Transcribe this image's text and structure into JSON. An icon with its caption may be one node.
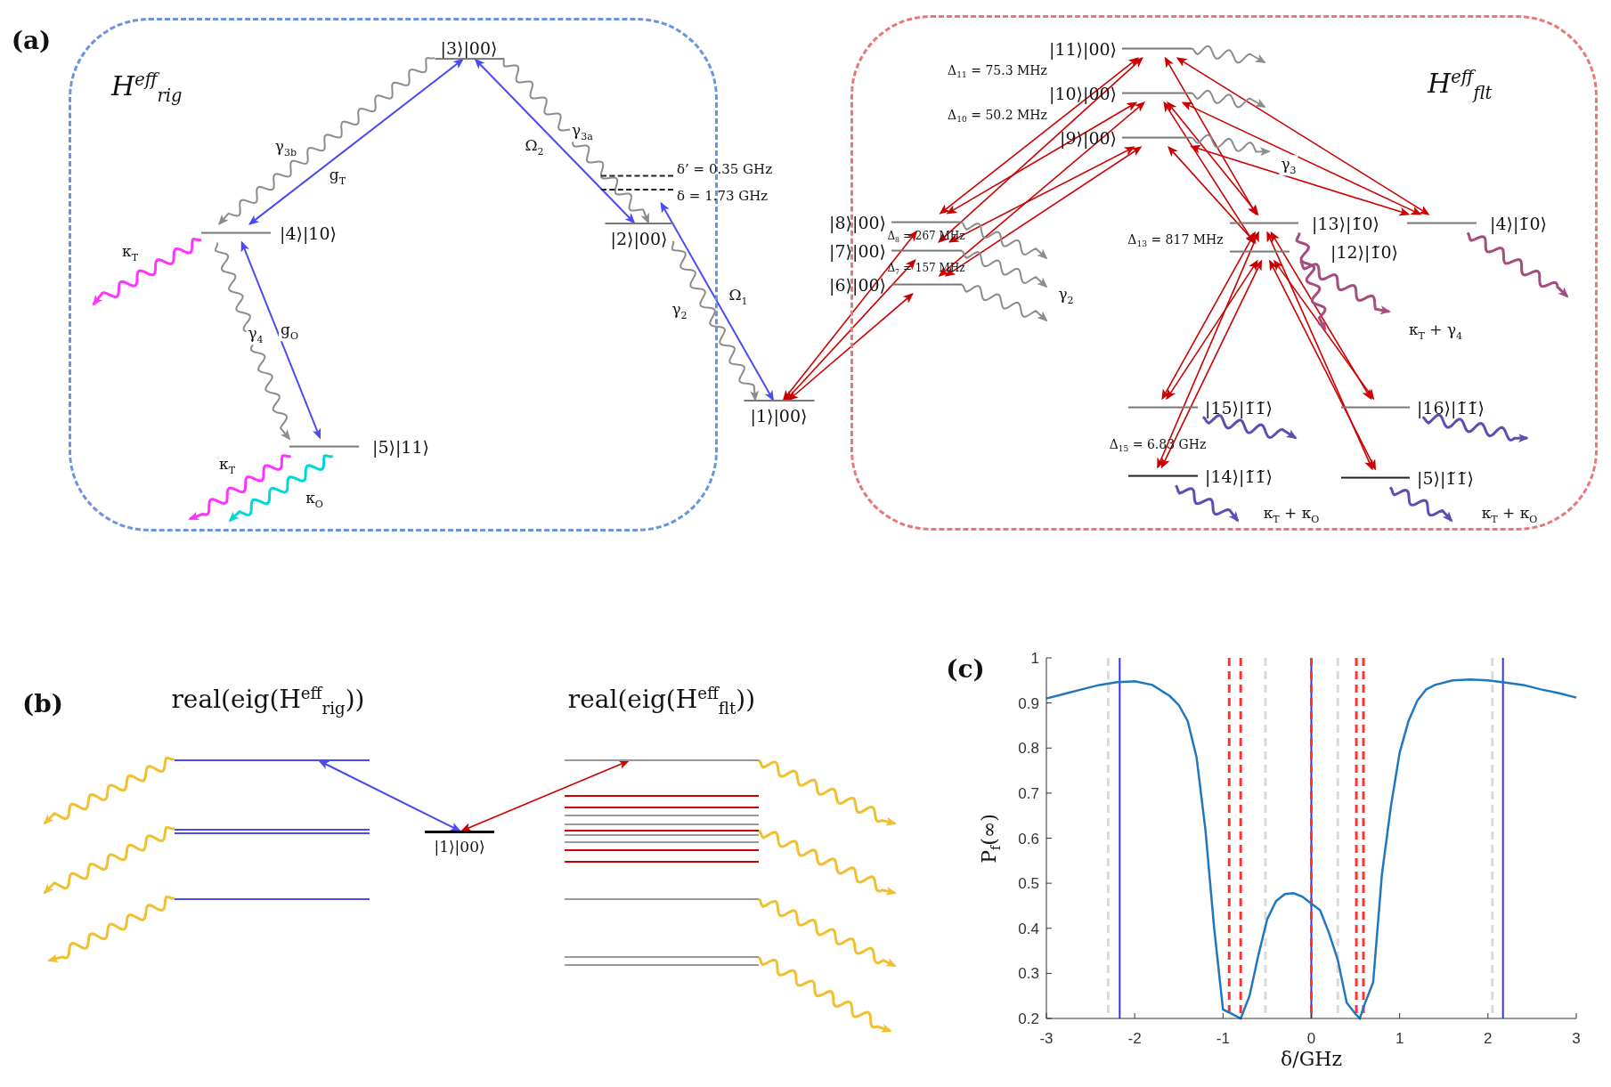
{
  "diagram": {
    "nodes": [
      {
        "text": [
          "H$^{eff}$$_{rig}$"
        ]
      },
      {
        "text": [
          "|3⟩|00⟩"
        ],
        "in": 0
      },
      {
        "text": [
          "|4⟩|10⟩"
        ],
        "in": 0
      },
      {
        "text": [
          "δ’ = 0.35 GHz"
        ],
        "in": 0
      },
      {
        "text": [
          "δ = 1.73 GHz"
        ],
        "in": 0
      },
      {
        "text": [
          "|2⟩|00⟩"
        ],
        "in": 0
      },
      {
        "text": [
          "|5⟩|11⟩"
        ],
        "in": 0
      },
      {
        "text": [
          "|1⟩|00⟩"
        ]
      },
      {
        "text": [
          "H$^{eff}$$_{flt}$"
        ]
      },
      {
        "text": [
          "|11⟩|00⟩"
        ],
        "in": 8
      },
      {
        "text": [
          "|10⟩|00⟩"
        ],
        "in": 8
      },
      {
        "text": [
          "|9⟩|00⟩"
        ],
        "in": 8
      },
      {
        "text": [
          "|8⟩|00⟩"
        ],
        "in": 8
      },
      {
        "text": [
          "|7⟩|00⟩"
        ],
        "in": 8
      },
      {
        "text": [
          "|6⟩|00⟩"
        ],
        "in": 8
      },
      {
        "text": [
          "|13⟩|1̃0⟩"
        ],
        "in": 8
      },
      {
        "text": [
          "|4⟩|1̃0⟩"
        ],
        "in": 8
      },
      {
        "text": [
          "|12⟩|1̃0⟩"
        ],
        "in": 8
      },
      {
        "text": [
          "|15⟩|1̃1̃⟩"
        ],
        "in": 8
      },
      {
        "text": [
          "|16⟩|1̃1̃⟩"
        ],
        "in": 8
      },
      {
        "text": [
          "|14⟩|1̃1̃⟩"
        ],
        "in": 8
      },
      {
        "text": [
          "|5⟩|1̃1̃⟩"
        ],
        "in": 8
      },
      {
        "text": [
          "|1⟩|00⟩"
        ]
      },
      {
        "text": [],
        "shape": "bar"
      },
      {
        "text": [],
        "shape": "bar"
      },
      {
        "text": [],
        "shape": "bar"
      },
      {
        "text": [],
        "shape": "bar"
      },
      {
        "text": [],
        "shape": "bar"
      },
      {
        "text": [],
        "shape": "bar"
      },
      {
        "text": [],
        "shape": "bar"
      }
    ],
    "edges": [
      {
        "from": 1,
        "to": 2,
        "arrow": "both",
        "label": "g$_{T}$",
        "color": "#4b4bf5"
      },
      {
        "from": 1,
        "to": 5,
        "arrow": "both",
        "label": "Ω$_{2}$",
        "color": "#4b4bf5"
      },
      {
        "from": 2,
        "to": 6,
        "arrow": "both",
        "label": "g$_{O}$",
        "color": "#4b4bf5"
      },
      {
        "from": 7,
        "to": 4,
        "arrow": "both",
        "label": "Ω$_{1}$",
        "color": "#4b4bf5"
      },
      {
        "from": 1,
        "to": 2,
        "arrow": "to",
        "label": "γ$_{3b}$",
        "color": "#8c8c8c"
      },
      {
        "from": 1,
        "to": 5,
        "arrow": "to",
        "label": "γ$_{3a}$",
        "color": "#8c8c8c"
      },
      {
        "from": 2,
        "to": 6,
        "arrow": "to",
        "label": "γ$_{4}$",
        "color": "#8c8c8c"
      },
      {
        "from": 5,
        "to": 7,
        "arrow": "to",
        "label": "γ$_{2}$",
        "color": "#8c8c8c"
      },
      {
        "from": 2,
        "to": null,
        "arrow": "to",
        "label": "κ$_{T}$",
        "color": "#ff33ff"
      },
      {
        "from": 6,
        "to": null,
        "arrow": "to",
        "label": "κ$_{T}$",
        "color": "#ff33ff"
      },
      {
        "from": 6,
        "to": null,
        "arrow": "to",
        "label": "κ$_{O}$",
        "color": "#00d8d8"
      },
      {
        "from": 7,
        "to": 12,
        "arrow": "both"
      },
      {
        "from": 7,
        "to": 13,
        "arrow": "both"
      },
      {
        "from": 7,
        "to": 14,
        "arrow": "both"
      },
      {
        "from": 12,
        "to": 9,
        "arrow": "both"
      },
      {
        "from": 13,
        "to": 9,
        "arrow": "both"
      },
      {
        "from": 12,
        "to": 10,
        "arrow": "both"
      },
      {
        "from": 14,
        "to": 10,
        "arrow": "both"
      },
      {
        "from": 13,
        "to": 11,
        "arrow": "both"
      },
      {
        "from": 14,
        "to": 11,
        "arrow": "both"
      },
      {
        "from": 9,
        "to": 15,
        "arrow": "both"
      },
      {
        "from": 9,
        "to": 16,
        "arrow": "both"
      },
      {
        "from": 10,
        "to": 15,
        "arrow": "both"
      },
      {
        "from": 10,
        "to": 17,
        "arrow": "both"
      },
      {
        "from": 10,
        "to": 16,
        "arrow": "both"
      },
      {
        "from": 11,
        "to": 17,
        "arrow": "both"
      },
      {
        "from": 11,
        "to": 16,
        "arrow": "both"
      },
      {
        "from": 15,
        "to": 18,
        "arrow": "both"
      },
      {
        "from": 15,
        "to": 20,
        "arrow": "both"
      },
      {
        "from": 17,
        "to": 18,
        "arrow": "both"
      },
      {
        "from": 17,
        "to": 20,
        "arrow": "both"
      },
      {
        "from": 15,
        "to": 19,
        "arrow": "both"
      },
      {
        "from": 15,
        "to": 21,
        "arrow": "both"
      },
      {
        "from": 17,
        "to": 19,
        "arrow": "both"
      },
      {
        "from": 17,
        "to": 21,
        "arrow": "both"
      },
      {
        "from": 9,
        "to": null,
        "arrow": "to",
        "color": "#8c8c8c"
      },
      {
        "from": 10,
        "to": null,
        "arrow": "to",
        "color": "#8c8c8c"
      },
      {
        "from": 11,
        "to": null,
        "arrow": "to",
        "label": "γ$_{3}$",
        "color": "#8c8c8c"
      },
      {
        "from": 12,
        "to": null,
        "arrow": "to",
        "color": "#8c8c8c"
      },
      {
        "from": 13,
        "to": null,
        "arrow": "to",
        "label": "γ$_{2}$",
        "color": "#8c8c8c"
      },
      {
        "from": 14,
        "to": null,
        "arrow": "to",
        "color": "#8c8c8c"
      },
      {
        "from": 15,
        "to": null,
        "arrow": "to",
        "color": "#a64d7f"
      },
      {
        "from": 17,
        "to": null,
        "arrow": "to",
        "label": "κ$_{T}$ + γ$_{4}$",
        "color": "#a64d7f"
      },
      {
        "from": 16,
        "to": null,
        "arrow": "to",
        "color": "#a64d7f"
      },
      {
        "from": 18,
        "to": null,
        "arrow": "to",
        "color": "#5e4db3"
      },
      {
        "from": 20,
        "to": null,
        "arrow": "to",
        "label": "κ$_{T}$ + κ$_{O}$",
        "color": "#5e4db3"
      },
      {
        "from": 19,
        "to": null,
        "arrow": "to",
        "color": "#5e4db3"
      },
      {
        "from": 21,
        "to": null,
        "arrow": "to",
        "label": "κ$_{T}$ + κ$_{O}$",
        "color": "#5e4db3"
      },
      {
        "from": 22,
        "to": 23,
        "arrow": "both",
        "color": "#4b4bf5"
      },
      {
        "from": 22,
        "to": 26,
        "arrow": "both"
      },
      {
        "from": 23,
        "to": null,
        "arrow": "to",
        "color": "#f0c030"
      },
      {
        "from": 24,
        "to": null,
        "arrow": "to",
        "color": "#f0c030"
      },
      {
        "from": 25,
        "to": null,
        "arrow": "to",
        "color": "#f0c030"
      },
      {
        "from": 26,
        "to": null,
        "arrow": "to",
        "color": "#f0c030"
      },
      {
        "from": 27,
        "to": null,
        "arrow": "to",
        "color": "#f0c030"
      },
      {
        "from": 28,
        "to": null,
        "arrow": "to",
        "color": "#f0c030"
      },
      {
        "from": 29,
        "to": null,
        "arrow": "to",
        "color": "#f0c030"
      }
    ],
    "labels": [
      "(a)",
      "Δ$_{11}$ = 75.3 MHz",
      "Δ$_{10}$ = 50.2 MHz",
      "Δ$_{8}$ = 267 MHz",
      "Δ$_{7}$ = 157 MHz",
      "Δ$_{13}$ = 817 MHz",
      "Δ$_{15}$ = 6.83 GHz",
      "(b)",
      "real(eig(H$^{eff}$$_{rig}$))",
      "real(eig(H$^{eff}$$_{flt}$))",
      "(c)"
    ],
    "chart_data": {
      "type": "line",
      "xlabel": "δ/GHz",
      "ylabel": "P$_{f}$(∞)",
      "x": [
        -3,
        -2.8,
        -2.6,
        -2.4,
        -2.2,
        -2,
        -1.8,
        -1.6,
        -1.5,
        -1.4,
        -1.3,
        -1.2,
        -1.1,
        -1,
        -0.9,
        -0.8,
        -0.7,
        -0.6,
        -0.5,
        -0.4,
        -0.3,
        -0.2,
        -0.1,
        0,
        0.1,
        0.2,
        0.3,
        0.4,
        0.5,
        0.55,
        0.6,
        0.7,
        0.8,
        0.9,
        1,
        1.1,
        1.2,
        1.3,
        1.4,
        1.6,
        1.8,
        2,
        2.2,
        2.4,
        2.6,
        2.8,
        3
      ],
      "series": [
        {
          "color": "#1f77c0",
          "values": [
            0.91,
            0.92,
            0.93,
            0.94,
            0.946,
            0.948,
            0.94,
            0.915,
            0.895,
            0.86,
            0.78,
            0.62,
            0.4,
            0.22,
            0.21,
            0.2,
            0.25,
            0.34,
            0.42,
            0.46,
            0.476,
            0.478,
            0.47,
            0.455,
            0.44,
            0.39,
            0.33,
            0.235,
            0.21,
            0.2,
            0.23,
            0.28,
            0.52,
            0.67,
            0.79,
            0.86,
            0.905,
            0.93,
            0.94,
            0.95,
            0.952,
            0.95,
            0.945,
            0.94,
            0.93,
            0.922,
            0.912
          ]
        }
      ],
      "xlim": [
        -3,
        3
      ],
      "ylim": [
        0.2,
        1
      ],
      "xticks": [
        -3,
        -2,
        -1,
        0,
        1,
        2,
        3
      ],
      "yticks": [
        0.2,
        0.3,
        0.4,
        0.5,
        0.6,
        0.7,
        0.8,
        0.9,
        1
      ],
      "ref_lines": [
        {
          "axis": "x",
          "value": -2.3,
          "color": "#d9d9d9"
        },
        {
          "axis": "x",
          "value": -0.52,
          "color": "#d9d9d9"
        },
        {
          "axis": "x",
          "value": 0.3,
          "color": "#d9d9d9"
        },
        {
          "axis": "x",
          "value": 2.05,
          "color": "#d9d9d9"
        },
        {
          "axis": "x",
          "value": -0.93,
          "color": "#ff3333"
        },
        {
          "axis": "x",
          "value": -0.8,
          "color": "#ff3333"
        },
        {
          "axis": "x",
          "value": 0,
          "color": "#ff3333"
        },
        {
          "axis": "x",
          "value": 0.51,
          "color": "#ff3333"
        },
        {
          "axis": "x",
          "value": 0.59,
          "color": "#ff3333"
        },
        {
          "axis": "x",
          "value": -2.17,
          "color": "#3333ff"
        },
        {
          "axis": "x",
          "value": 0,
          "color": "#3333ff"
        },
        {
          "axis": "x",
          "value": 2.17,
          "color": "#3333ff"
        }
      ]
    }
  }
}
